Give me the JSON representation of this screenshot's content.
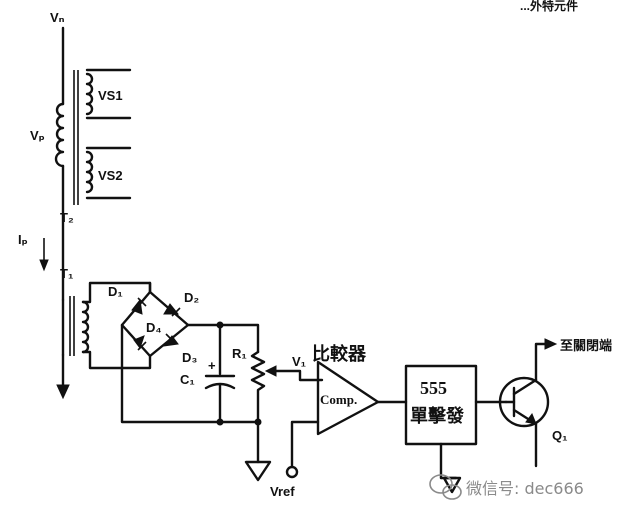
{
  "labels": {
    "vn": "Vₙ",
    "vs1": "VS1",
    "vs2": "VS2",
    "vp": "Vₚ",
    "t2": "T₂",
    "ip": "Iₚ",
    "t1": "T₁",
    "d1": "D₁",
    "d2": "D₂",
    "d4": "D₄",
    "d3": "D₃",
    "r1": "R₁",
    "c1": "C₁",
    "plus": "+",
    "v1": "V₁",
    "comparator_title": "比較器",
    "comp": "Comp.",
    "vref": "Vref",
    "timer_555": "555",
    "timer_mode": "單擊發",
    "q1": "Q₁",
    "to_gate": "至關閉端",
    "header_text": "...外特元件"
  },
  "watermark": {
    "text": "微信号: dec666",
    "icon": "wechat-icon"
  }
}
